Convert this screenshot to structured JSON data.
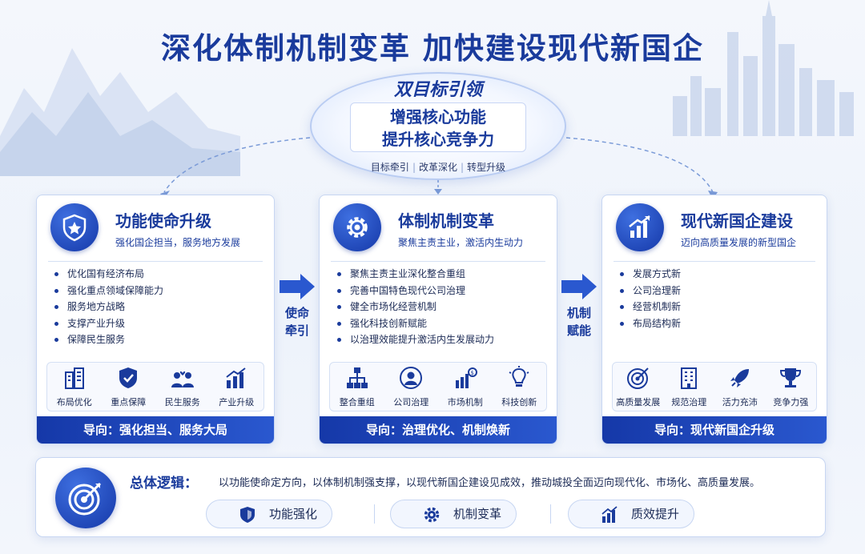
{
  "title": "深化体制机制变革  加快建设现代新国企",
  "center": {
    "title": "双目标引领",
    "lines": [
      "增强核心功能",
      "提升核心竞争力"
    ],
    "tags": [
      "目标牵引",
      "改革深化",
      "转型升级"
    ]
  },
  "panels": [
    {
      "title": "功能使命升级",
      "subtitle": "强化国企担当，服务地方发展",
      "badge_icon": "shield-star-icon",
      "bullets": [
        "优化国有经济布局",
        "强化重点领域保障能力",
        "服务地方战略",
        "支撑产业升级",
        "保障民生服务"
      ],
      "icons": [
        {
          "label": "布局优化",
          "icon": "buildings-icon"
        },
        {
          "label": "重点保障",
          "icon": "shield-icon"
        },
        {
          "label": "民生服务",
          "icon": "people-heart-icon"
        },
        {
          "label": "产业升级",
          "icon": "growth-chart-icon"
        }
      ],
      "footer": "导向：强化担当、服务大局"
    },
    {
      "title": "体制机制变革",
      "subtitle": "聚焦主责主业，激活内生动力",
      "badge_icon": "gear-icon",
      "bullets": [
        "聚焦主责主业深化整合重组",
        "完善中国特色现代公司治理",
        "健全市场化经营机制",
        "强化科技创新赋能",
        "以治理效能提升激活内生发展动力"
      ],
      "icons": [
        {
          "label": "整合重组",
          "icon": "org-chart-icon"
        },
        {
          "label": "公司治理",
          "icon": "person-circle-icon"
        },
        {
          "label": "市场机制",
          "icon": "market-chart-icon"
        },
        {
          "label": "科技创新",
          "icon": "lightbulb-icon"
        }
      ],
      "footer": "导向：治理优化、机制焕新"
    },
    {
      "title": "现代新国企建设",
      "subtitle": "迈向高质量发展的新型国企",
      "badge_icon": "bar-chart-icon",
      "bullets": [
        "发展方式新",
        "公司治理新",
        "经营机制新",
        "布局结构新"
      ],
      "icons": [
        {
          "label": "高质量发展",
          "icon": "target-icon"
        },
        {
          "label": "规范治理",
          "icon": "building-icon"
        },
        {
          "label": "活力充沛",
          "icon": "rocket-icon"
        },
        {
          "label": "竞争力强",
          "icon": "trophy-icon"
        }
      ],
      "footer": "导向：现代新国企升级"
    }
  ],
  "arrows": [
    {
      "lines": [
        "使命",
        "牵引"
      ]
    },
    {
      "lines": [
        "机制",
        "赋能"
      ]
    }
  ],
  "bottom": {
    "label": "总体逻辑：",
    "text": "以功能使命定方向，以体制机制强支撑，以现代新国企建设见成效，推动城投全面迈向现代化、市场化、高质量发展。",
    "pills": [
      {
        "label": "功能强化",
        "icon": "shield-icon"
      },
      {
        "label": "机制变革",
        "icon": "gear-icon"
      },
      {
        "label": "质效提升",
        "icon": "growth-chart-icon"
      }
    ]
  },
  "colors": {
    "primary": "#1a3b9c",
    "accent": "#2a58cf",
    "panel_border": "#c7d6f2"
  }
}
